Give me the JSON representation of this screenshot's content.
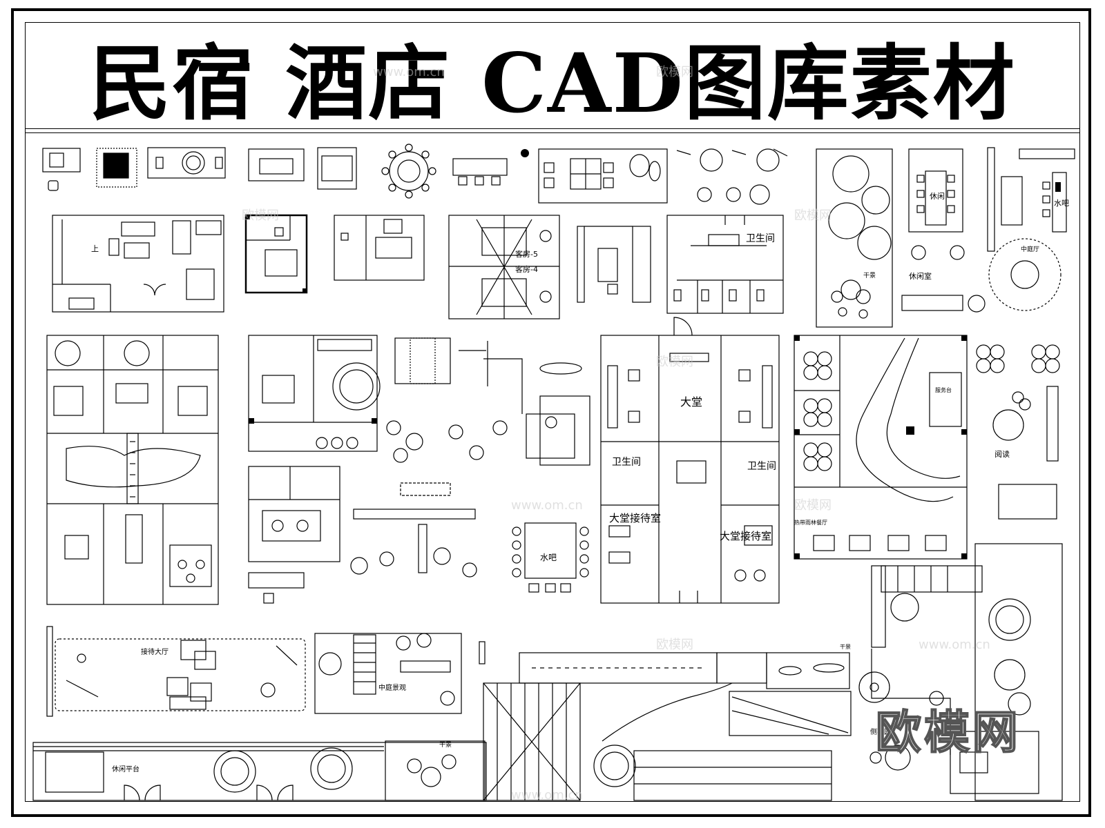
{
  "title": {
    "part1": "民宿",
    "part2": "酒店",
    "part3": "CAD图库素材"
  },
  "labels": {
    "restroom": "卫生间",
    "lounge": "休闲",
    "lounge_room": "休闲室",
    "water_bar": "水吧",
    "courtyard_hall": "中庭厅",
    "dry_scene": "干景",
    "guest_room_5": "客房-5",
    "guest_room_4": "客房-4",
    "lobby": "大堂",
    "restroom_left": "卫生间",
    "restroom_right": "卫生间",
    "lobby_reception_left": "大堂接待室",
    "lobby_reception_right": "大堂接待室",
    "water_bar_center": "水吧",
    "reading": "阅读",
    "rainforest_restaurant": "热带雨林餐厅",
    "reception_hall": "接待大厅",
    "courtyard_landscape": "中庭景观",
    "leisure_platform": "休闲平台",
    "dry_scene_bottom": "干景",
    "side_garden": "侧花园",
    "dry_scene_right": "干景",
    "up": "上",
    "service_desk": "服务台"
  },
  "watermarks": {
    "site": "www.om.cn",
    "cn": "欧模网",
    "brand": "欧模网"
  },
  "colors": {
    "line": "#000000",
    "paper": "#ffffff",
    "watermark": "#c8c8c8"
  }
}
